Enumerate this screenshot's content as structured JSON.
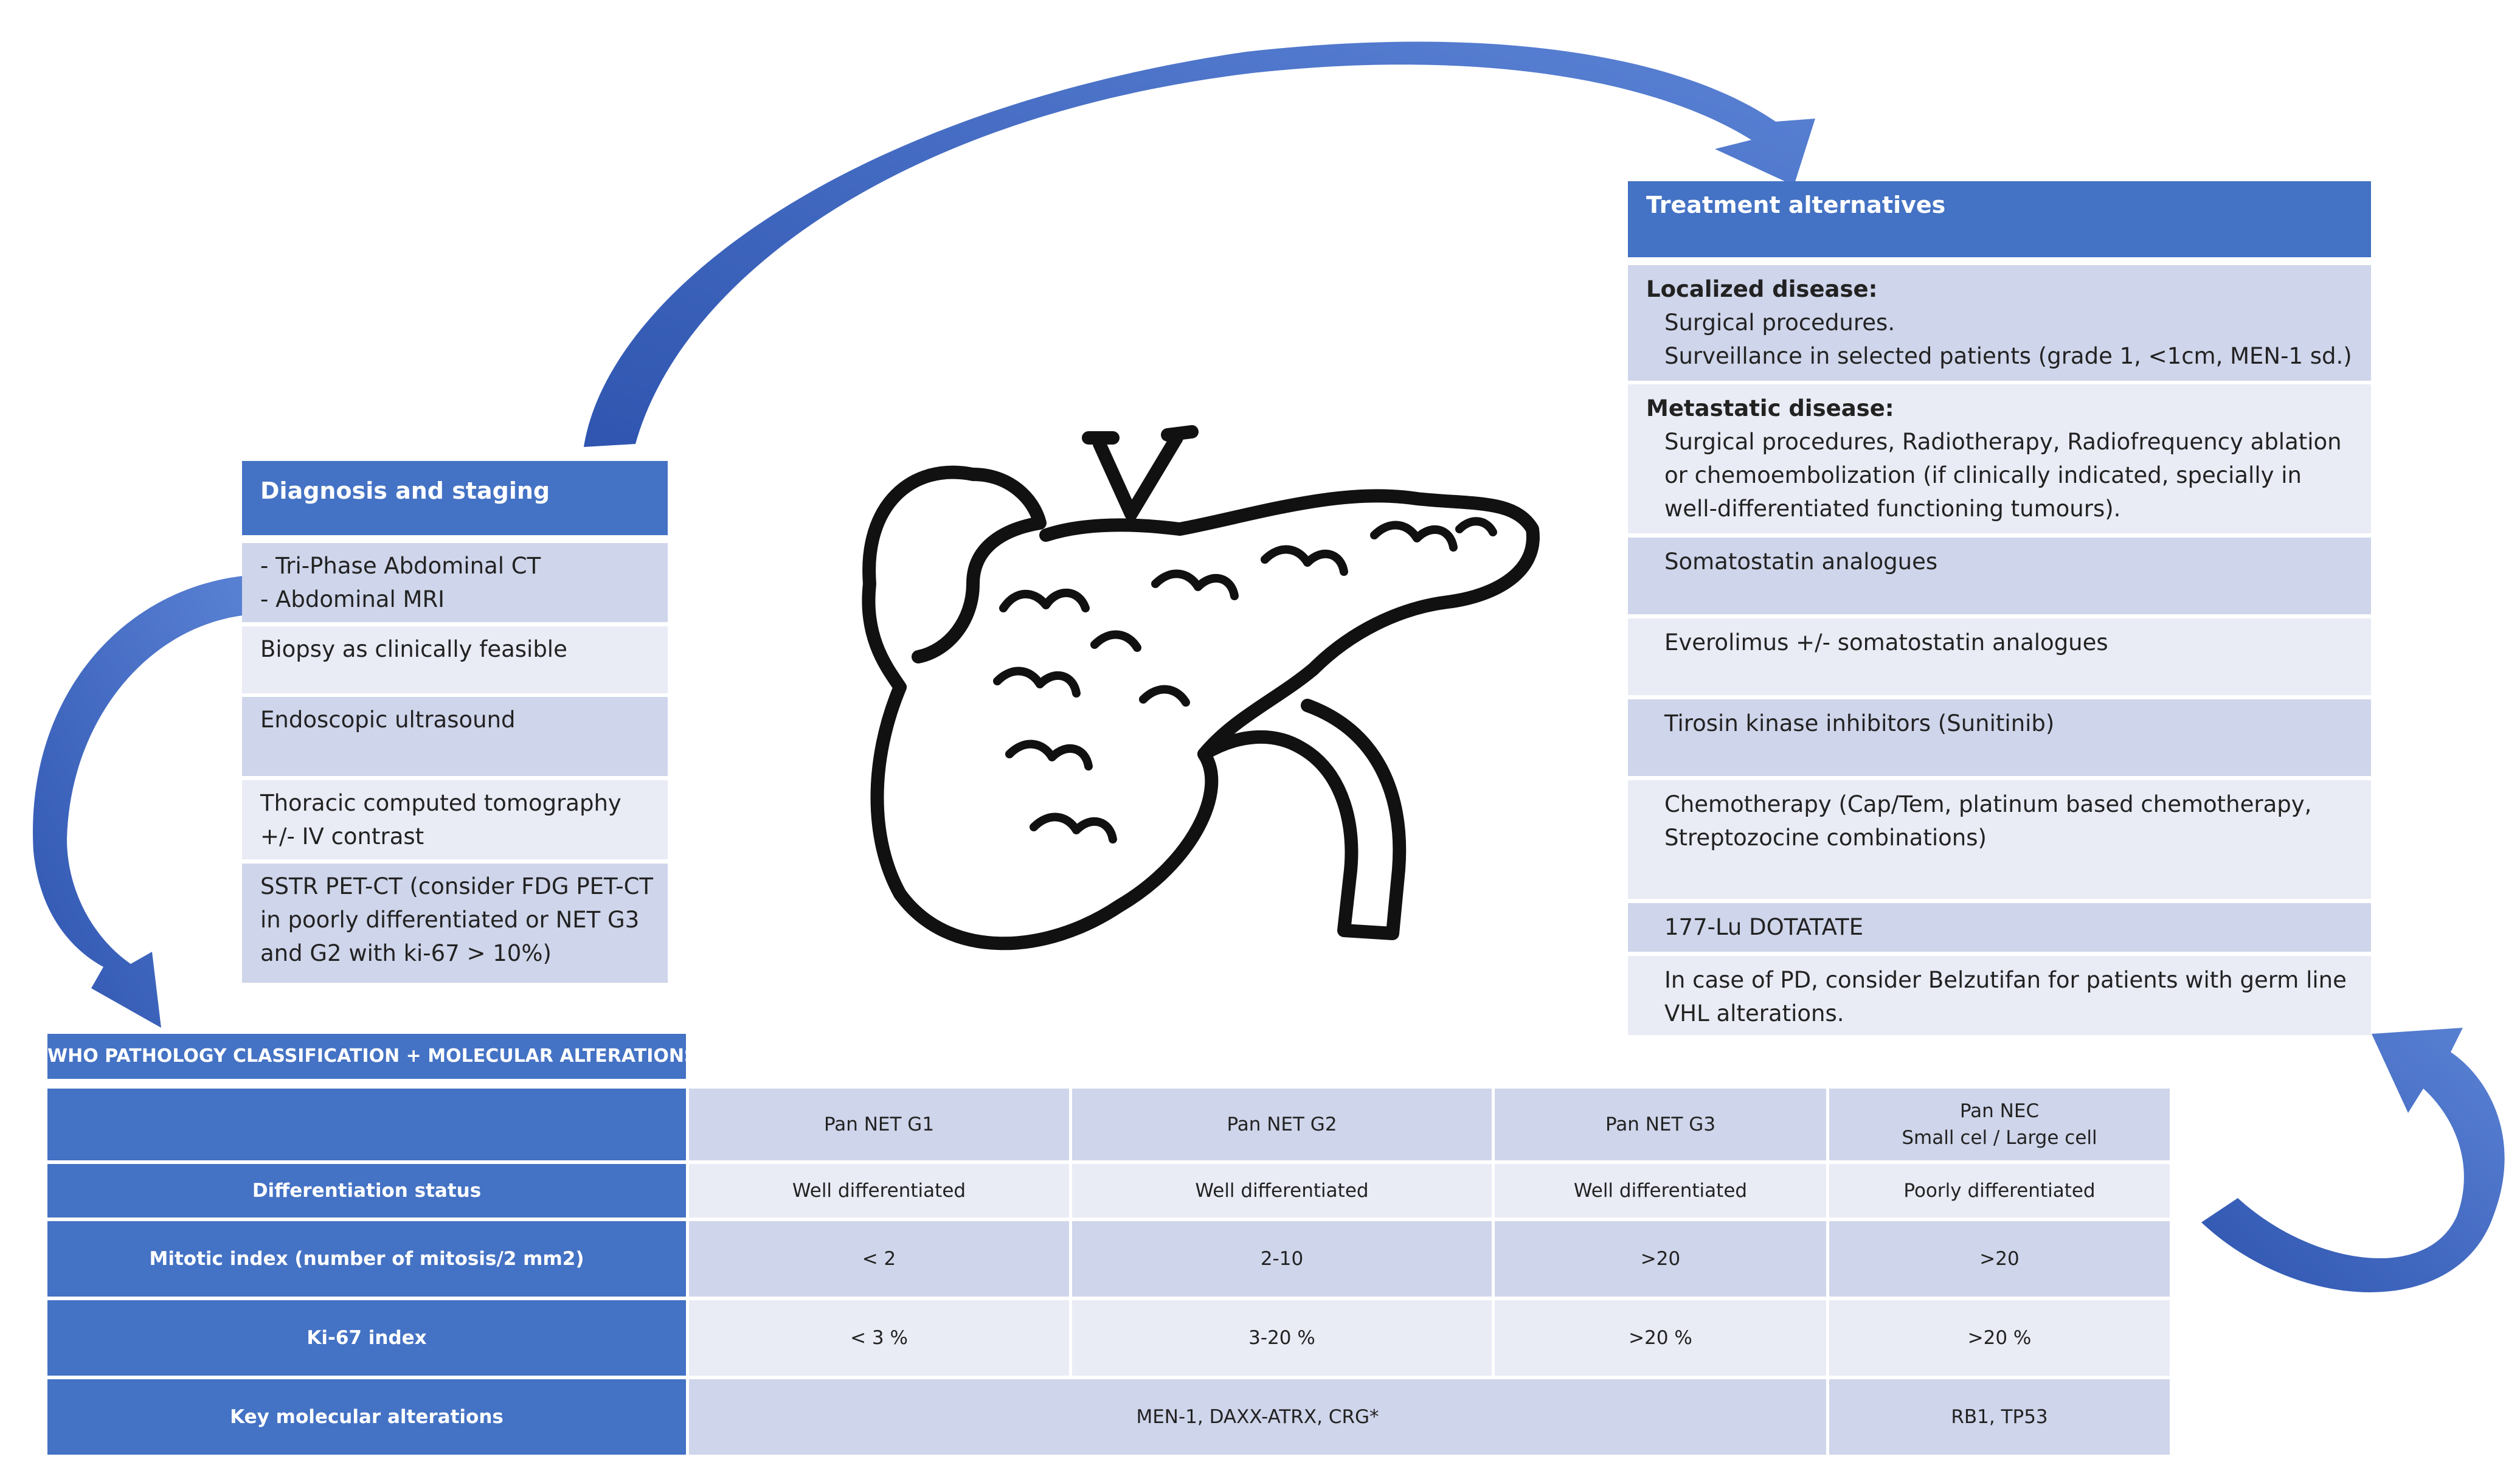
{
  "diagnosis": {
    "title": "Diagnosis and staging",
    "items": [
      [
        "- Tri-Phase Abdominal CT",
        "- Abdominal MRI"
      ],
      [
        "Biopsy as clinically feasible"
      ],
      [
        "Endoscopic ultrasound"
      ],
      [
        "Thoracic computed tomography",
        "+/- IV contrast"
      ],
      [
        "SSTR PET-CT (consider FDG PET-CT",
        "in poorly differentiated or NET G3",
        "and G2 with ki-67 > 10%)"
      ]
    ]
  },
  "treatment": {
    "title": "Treatment alternatives",
    "localized": {
      "heading": "Localized disease:",
      "lines": [
        "Surgical procedures.",
        "Surveillance in selected patients (grade 1, <1cm, MEN-1 sd.)"
      ]
    },
    "metastatic": {
      "heading": "Metastatic disease:",
      "lines": [
        "Surgical procedures, Radiotherapy, Radiofrequency ablation",
        "or chemoembolization (if clinically indicated, specially in",
        "well-differentiated functioning tumours)."
      ]
    },
    "items": [
      [
        "Somatostatin analogues"
      ],
      [
        "Everolimus +/- somatostatin analogues"
      ],
      [
        "Tirosin kinase inhibitors  (Sunitinib)"
      ],
      [
        "Chemotherapy (Cap/Tem, platinum based chemotherapy,",
        "Streptozocine combinations)"
      ],
      [
        "177-Lu DOTATATE"
      ],
      [
        "In case of PD, consider Belzutifan for patients with germ line",
        "VHL alterations."
      ]
    ]
  },
  "who_table": {
    "title": "WHO PATHOLOGY CLASSIFICATION + MOLECULAR ALTERATIONS",
    "columns": [
      [
        "Pan NET G1"
      ],
      [
        "Pan NET G2"
      ],
      [
        "Pan NET G3"
      ],
      [
        "Pan NEC",
        "Small cel / Large cell"
      ]
    ],
    "rows": [
      {
        "label": "Differentiation status",
        "cells": [
          "Well differentiated",
          "Well differentiated",
          "Well differentiated",
          "Poorly differentiated"
        ]
      },
      {
        "label": "Mitotic index (number of mitosis/2 mm2)",
        "cells": [
          "< 2",
          "2-10",
          ">20",
          ">20"
        ]
      },
      {
        "label": "Ki-67 index",
        "cells": [
          "< 3 %",
          "3-20 %",
          ">20 %",
          ">20 %"
        ]
      }
    ],
    "molecular": {
      "label": "Key molecular alterations",
      "net": "MEN-1, DAXX-ATRX, CRG*",
      "nec": "RB1, TP53"
    }
  },
  "colors": {
    "header_blue": "#4472c4",
    "row_dark": "#cfd5ea",
    "row_light": "#e9ebf5",
    "arrow_blue": "#3f64b8"
  },
  "icons": [
    "pancreas-illustration-icon",
    "curved-arrow-icon"
  ]
}
